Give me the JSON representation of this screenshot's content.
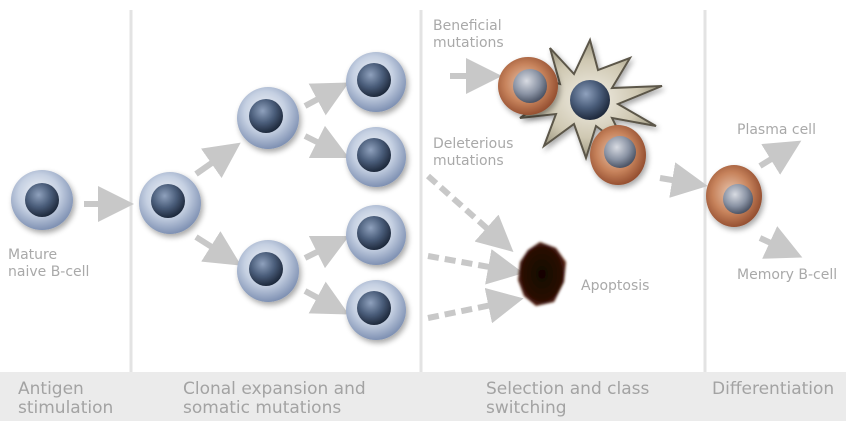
{
  "stages": [
    {
      "label": "Antigen\nstimulation"
    },
    {
      "label": "Clonal expansion and\nsomatic mutations"
    },
    {
      "label": "Selection and class\nswitching"
    },
    {
      "label": "Differentiation"
    }
  ],
  "cells": {
    "mature_naive": "Mature\nnaive B-cell"
  },
  "labels": {
    "beneficial": "Beneficial\nmutations",
    "deleterious": "Deleterious\nmutations",
    "apoptosis": "Apoptosis",
    "plasma": "Plasma cell",
    "memory": "Memory B-cell"
  },
  "colors": {
    "naive_cell": "#8fa3c6",
    "nucleus": "#3d4f6b",
    "selected_cell": "#b8714e",
    "follicular_dendritic_cell": "#d9d3c2",
    "apoptotic_body": "#1b0b06",
    "arrow": "#c8c8c8",
    "divider": "#dcdcdc",
    "text": "#a9a9a9"
  }
}
